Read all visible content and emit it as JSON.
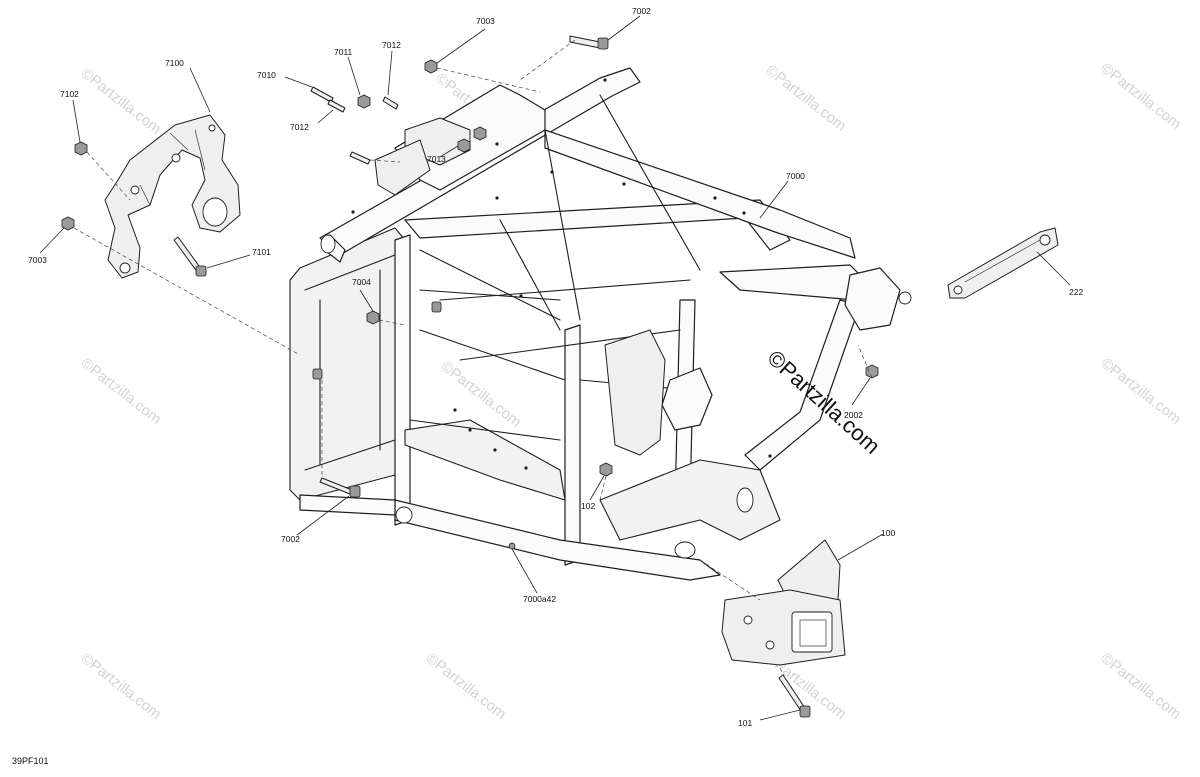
{
  "figure_code": "39PF101",
  "watermark": {
    "text": "©Partzilla.com",
    "main_text": "©Partzilla.com"
  },
  "labels": {
    "p7003_top": "7003",
    "p7002_top": "7002",
    "p7100": "7100",
    "p7011": "7011",
    "p7012_top": "7012",
    "p7010": "7010",
    "p7102": "7102",
    "p7012_mid": "7012",
    "p7013": "7013",
    "p7000": "7000",
    "p7101": "7101",
    "p7003_left": "7003",
    "p222": "222",
    "p7004": "7004",
    "p2002": "2002",
    "p102": "102",
    "p7002_bottom": "7002",
    "p100": "100",
    "p7000a42": "7000a42",
    "p101": "101"
  }
}
